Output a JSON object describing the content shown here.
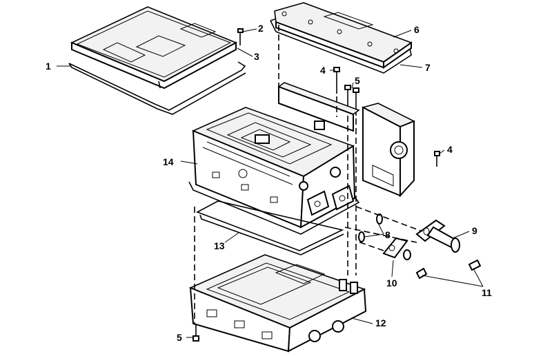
{
  "callouts": [
    {
      "id": "c1",
      "text": "1"
    },
    {
      "id": "c2",
      "text": "2"
    },
    {
      "id": "c3",
      "text": "3"
    },
    {
      "id": "c4a",
      "text": "4"
    },
    {
      "id": "c5a",
      "text": "5"
    },
    {
      "id": "c6",
      "text": "6"
    },
    {
      "id": "c7",
      "text": "7"
    },
    {
      "id": "c4b",
      "text": "4"
    },
    {
      "id": "c8",
      "text": "8"
    },
    {
      "id": "c9",
      "text": "9"
    },
    {
      "id": "c10",
      "text": "10"
    },
    {
      "id": "c11",
      "text": "11"
    },
    {
      "id": "c12",
      "text": "12"
    },
    {
      "id": "c13",
      "text": "13"
    },
    {
      "id": "c14",
      "text": "14"
    },
    {
      "id": "c5b",
      "text": "5"
    }
  ]
}
